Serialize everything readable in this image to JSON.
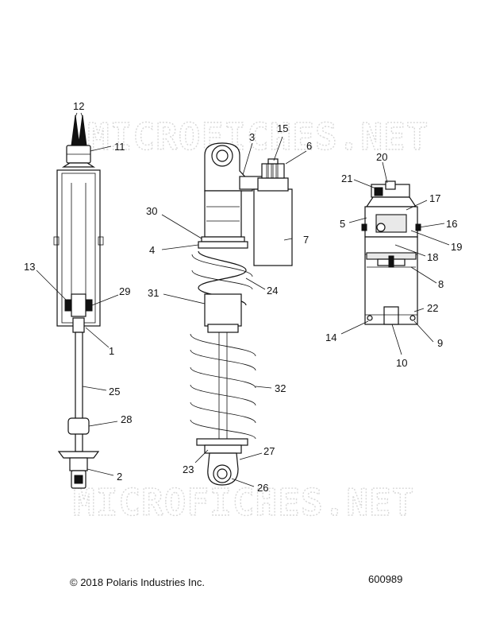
{
  "watermark": "MICROFICHES.NET",
  "copyright": "© 2018 Polaris Industries Inc.",
  "figure_number": "600989",
  "callouts": [
    "12",
    "11",
    "13",
    "29",
    "1",
    "25",
    "28",
    "2",
    "3",
    "15",
    "6",
    "30",
    "4",
    "7",
    "24",
    "31",
    "32",
    "23",
    "27",
    "26",
    "20",
    "21",
    "17",
    "5",
    "16",
    "19",
    "18",
    "8",
    "22",
    "14",
    "9",
    "10"
  ]
}
